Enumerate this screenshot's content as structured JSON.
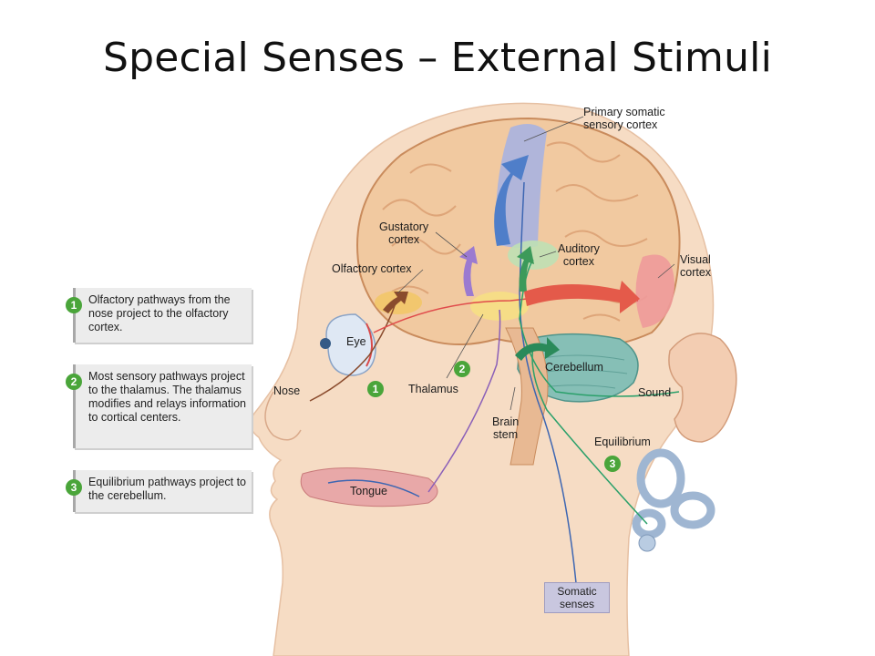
{
  "title": "Special Senses – External Stimuli",
  "callouts": [
    {
      "num": "1",
      "text": "Olfactory pathways from the nose project to the olfactory cortex."
    },
    {
      "num": "2",
      "text": "Most sensory pathways project to the thalamus. The thalamus modifies and relays information to cortical centers."
    },
    {
      "num": "3",
      "text": "Equilibrium pathways project to the cerebellum."
    }
  ],
  "labels": {
    "primary_somatic": "Primary somatic\nsensory cortex",
    "gustatory": "Gustatory\ncortex",
    "auditory": "Auditory\ncortex",
    "visual": "Visual\ncortex",
    "olfactory": "Olfactory cortex",
    "eye": "Eye",
    "nose": "Nose",
    "thalamus": "Thalamus",
    "cerebellum": "Cerebellum",
    "sound": "Sound",
    "brain_stem": "Brain\nstem",
    "equilibrium": "Equilibrium",
    "tongue": "Tongue",
    "somatic_senses": "Somatic\nsenses"
  },
  "markers": {
    "one": "1",
    "two": "2",
    "three": "3"
  },
  "colors": {
    "skin": "#f6dcc4",
    "brain": "#f1c9a0",
    "cerebellum": "#86bfb6",
    "somatic_cortex": "#a9b2e0",
    "auditory_cortex": "#bfe0b4",
    "visual_cortex": "#ee9a9a",
    "gustatory_cortex": "#c9b3e0",
    "thalamus": "#f5de86",
    "callout_badge": "#4aa53a"
  }
}
